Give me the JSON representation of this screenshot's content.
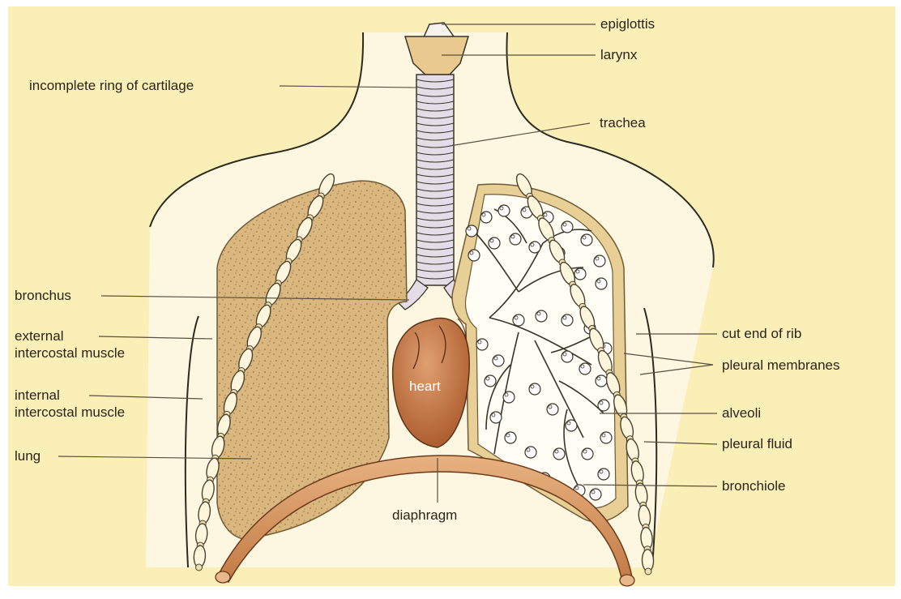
{
  "labels": {
    "epiglottis": "epiglottis",
    "larynx": "larynx",
    "cartilage": "incomplete ring of cartilage",
    "trachea": "trachea",
    "bronchus": "bronchus",
    "external_line1": "external",
    "external_line2": "intercostal muscle",
    "internal_line1": "internal",
    "internal_line2": "intercostal muscle",
    "lung": "lung",
    "heart": "heart",
    "diaphragm": "diaphragm",
    "cut_end_of_rib": "cut end of rib",
    "pleural_membranes": "pleural membranes",
    "alveoli": "alveoli",
    "pleural_fluid": "pleural fluid",
    "bronchiole": "bronchiole"
  },
  "colors": {
    "background": "#fbefb8",
    "body_outline": "#fefaed",
    "lung": "#d8b57c",
    "heart": "#c77a3e",
    "diaphragm": "#d99a62",
    "airway": "#e4dde8",
    "leader_line": "#5a5040"
  }
}
